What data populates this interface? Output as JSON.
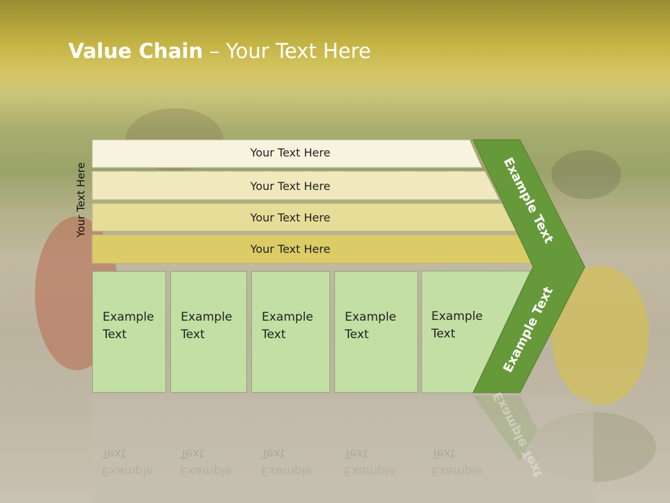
{
  "slide": {
    "title_bold": "Value Chain",
    "title_rest": " – Your Text Here",
    "side_label": "Your Text Here",
    "rows": [
      {
        "label": "Your Text Here",
        "color": "#f7f3df"
      },
      {
        "label": "Your Text Here",
        "color": "#efe9bd"
      },
      {
        "label": "Your Text Here",
        "color": "#e6dd98"
      },
      {
        "label": "Your Text Here",
        "color": "#dccc68"
      }
    ],
    "boxes": [
      {
        "line1": "Example",
        "line2": "Text"
      },
      {
        "line1": "Example",
        "line2": "Text"
      },
      {
        "line1": "Example",
        "line2": "Text"
      },
      {
        "line1": "Example",
        "line2": "Text"
      },
      {
        "line1": "Example",
        "line2": "Text"
      }
    ],
    "chevron": {
      "upper_text": "Example Text",
      "lower_text": "Example Text",
      "color": "#66993a"
    }
  }
}
